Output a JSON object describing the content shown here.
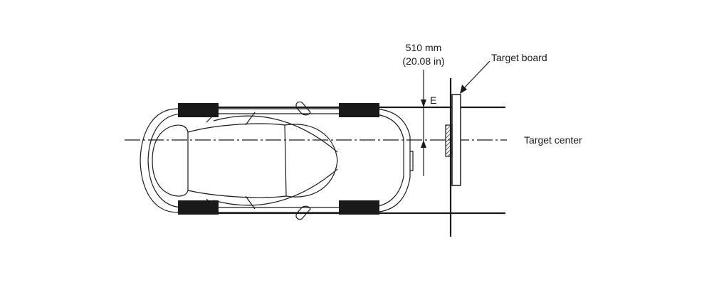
{
  "labels": {
    "distance_mm": "510 mm",
    "distance_in": "(20.08 in)",
    "dimension_e": "E",
    "target_board": "Target board",
    "target_center": "Target center"
  }
}
